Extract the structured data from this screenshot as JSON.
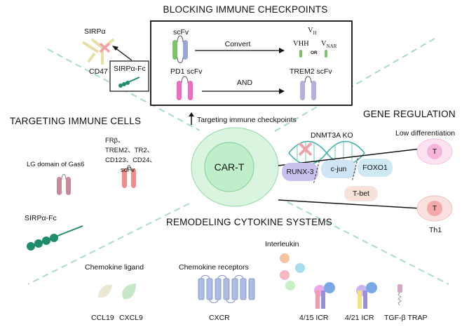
{
  "headings": {
    "blocking": "BLOCKING IMMUNE CHECKPOINTS",
    "targeting_cells": "TARGETING IMMUNE CELLS",
    "gene_regulation": "GENE REGULATION",
    "remodeling": "REMODELING CYTOKINE SYSTEMS"
  },
  "center": {
    "label": "CAR-T"
  },
  "checkpoint_box": {
    "scfv": "scFv",
    "convert": "Convert",
    "vh_top": "V",
    "vh_top_sub": "H",
    "vhh": "VHH",
    "or": "OR",
    "vnar": "V",
    "vnar_sub": "NAR",
    "pd1_scfv": "PD1 scFv",
    "and": "AND",
    "trem2_scfv": "TREM2 scFv"
  },
  "targeting_checkpoints": "Targeting immune checkpoints",
  "sirp": {
    "sirpa": "SIRPα",
    "cd47": "CD47",
    "sirpa_fc_box": "SIRPα-Fc"
  },
  "immune_cells": {
    "gas6": "LG domain of Gas6",
    "targets": [
      "FRβ、",
      "TREM2、TR2、",
      "CD123、CD24、",
      "scFv"
    ],
    "sirpa_fc": "SIRPα-Fc"
  },
  "gene": {
    "dnmt3a": "DNMT3A KO",
    "low_diff": "Low differentiation",
    "runx3": "RUNX-3",
    "cjun": "c-jun",
    "foxo1": "FOXO1",
    "tbet": "T-bet",
    "t1": "T",
    "t2": "T",
    "th1": "Th1"
  },
  "cytokine": {
    "interleukin": "Interleukin",
    "chemokine_ligand": "Chemokine ligand",
    "chemokine_receptors": "Chemokine receptors",
    "ccl19": "CCL19",
    "cxcl9": "CXCL9",
    "cxcr": "CXCR",
    "icr415": "4/15 ICR",
    "icr421": "4/21 ICR",
    "tgf": "TGF-β TRAP"
  },
  "colors": {
    "dash_line": "#a8dcc4",
    "cart_outer": "#d9f5df",
    "cart_inner": "#bfeecb",
    "scfv_green": "#7cc36a",
    "scfv_blue": "#9aa6d8",
    "pink": "#ec6fbf",
    "lavender": "#b7b0d8",
    "teal": "#1f8c6e",
    "dna": "#3fb0a8",
    "red_x": "#f2a0a8",
    "runx3_bg": "#c9c2ee",
    "cjun_bg": "#cfe4f5",
    "foxo1_bg": "#cfe9f3",
    "tbet_bg": "#f5e3da",
    "t_cell_pink": "#f6b6dc",
    "t_cell_red": "#f3a9a9",
    "ccl19": "#ece7d4",
    "cxcl9": "#c6e8c8",
    "cxcr": "#aebbe3"
  }
}
